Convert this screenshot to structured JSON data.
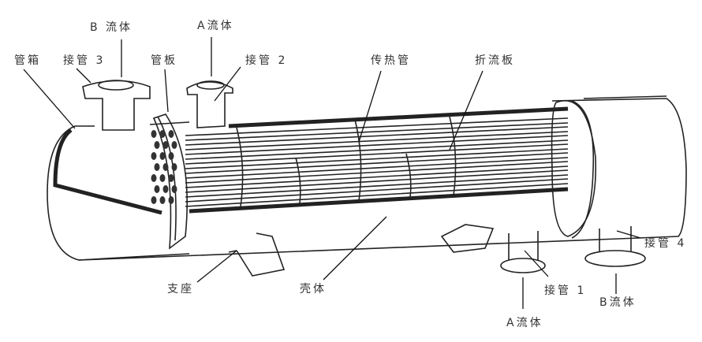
{
  "title": "管壳式换热器结构示意图",
  "labels": {
    "b_fluid_in": "B 流体",
    "a_fluid_in": "A流体",
    "tube_box": "管箱",
    "nozzle_3": "接管 3",
    "tube_sheet": "管板",
    "nozzle_2": "接管 2",
    "heat_tube": "传热管",
    "baffle": "折流板",
    "nozzle_4": "接管 4",
    "support": "支座",
    "shell": "壳体",
    "nozzle_1": "接管 1",
    "b_fluid_out": "B流体",
    "a_fluid_out": "A流体"
  }
}
